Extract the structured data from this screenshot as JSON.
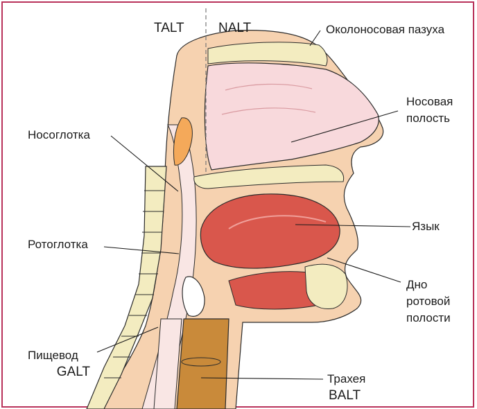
{
  "labels": {
    "talt": "TALT",
    "nalt": "NALT",
    "paranasal_sinus": "Околоносовая пазуха",
    "nasal_cavity_1": "Носовая",
    "nasal_cavity_2": "полость",
    "nasopharynx": "Носоглотка",
    "oropharynx": "Ротоглотка",
    "tongue": "Язык",
    "mouth_floor_1": "Дно",
    "mouth_floor_2": "ротовой",
    "mouth_floor_3": "полости",
    "esophagus_1": "Пищевод",
    "esophagus_2": "GALT",
    "trachea_1": "Трахея",
    "trachea_2": "BALT"
  },
  "colors": {
    "frame": "#b8325a",
    "skin": "#f6d2b0",
    "nasal": "#f8d9dc",
    "tongue": "#d9574c",
    "bone": "#f3ecc0",
    "cartilage": "#c98a3a",
    "pharynx": "#f9e6e4"
  }
}
